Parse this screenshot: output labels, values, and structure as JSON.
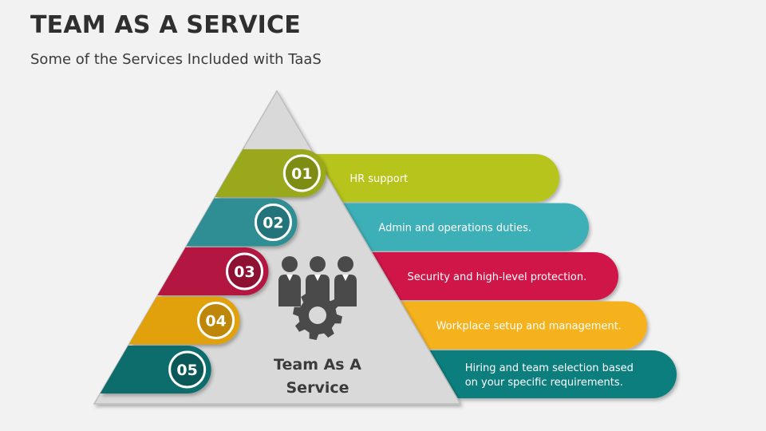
{
  "header": {
    "title": "TEAM AS A SERVICE",
    "subtitle": "Some of the Services Included with TaaS"
  },
  "center": {
    "line1": "Team As A",
    "line2": "Service",
    "icon": "team-gear-icon"
  },
  "steps": [
    {
      "number": "01",
      "lines": [
        "HR support"
      ],
      "color": "#9aa91c",
      "dark": "#7f8c14",
      "bar": "#b6c41f"
    },
    {
      "number": "02",
      "lines": [
        "Admin and operations duties."
      ],
      "color": "#2f8e94",
      "dark": "#22747a",
      "bar": "#3eafb7"
    },
    {
      "number": "03",
      "lines": [
        "Security and high-level protection."
      ],
      "color": "#b3153f",
      "dark": "#8e1033",
      "bar": "#d0174a"
    },
    {
      "number": "04",
      "lines": [
        "Workplace setup and management."
      ],
      "color": "#e0a10c",
      "dark": "#bf8708",
      "bar": "#f6b21b"
    },
    {
      "number": "05",
      "lines": [
        "Hiring and team selection based",
        "on your specific requirements."
      ],
      "color": "#0d6d6d",
      "dark": "#0a5858",
      "bar": "#117e7e"
    }
  ],
  "colors": {
    "triangle": "#d9d9d9",
    "triangle_edge": "#bdbdbd",
    "icon": "#4a4a4a"
  }
}
